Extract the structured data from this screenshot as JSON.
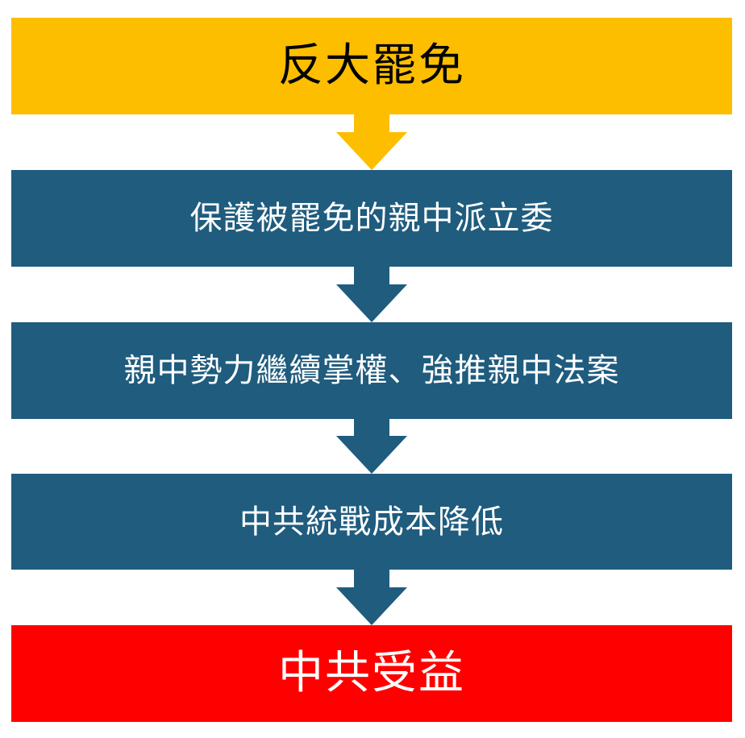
{
  "colors": {
    "start": "#FDBE00",
    "middle": "#1F5C7E",
    "end": "#FF0000",
    "start_text": "#000000",
    "middle_text": "#FFFFFF",
    "end_text": "#FFFFFF"
  },
  "steps": [
    {
      "label": "反大罷免"
    },
    {
      "label": "保護被罷免的親中派立委"
    },
    {
      "label": "親中勢力繼續掌權、強推親中法案"
    },
    {
      "label": "中共統戰成本降低"
    },
    {
      "label": "中共受益"
    }
  ]
}
